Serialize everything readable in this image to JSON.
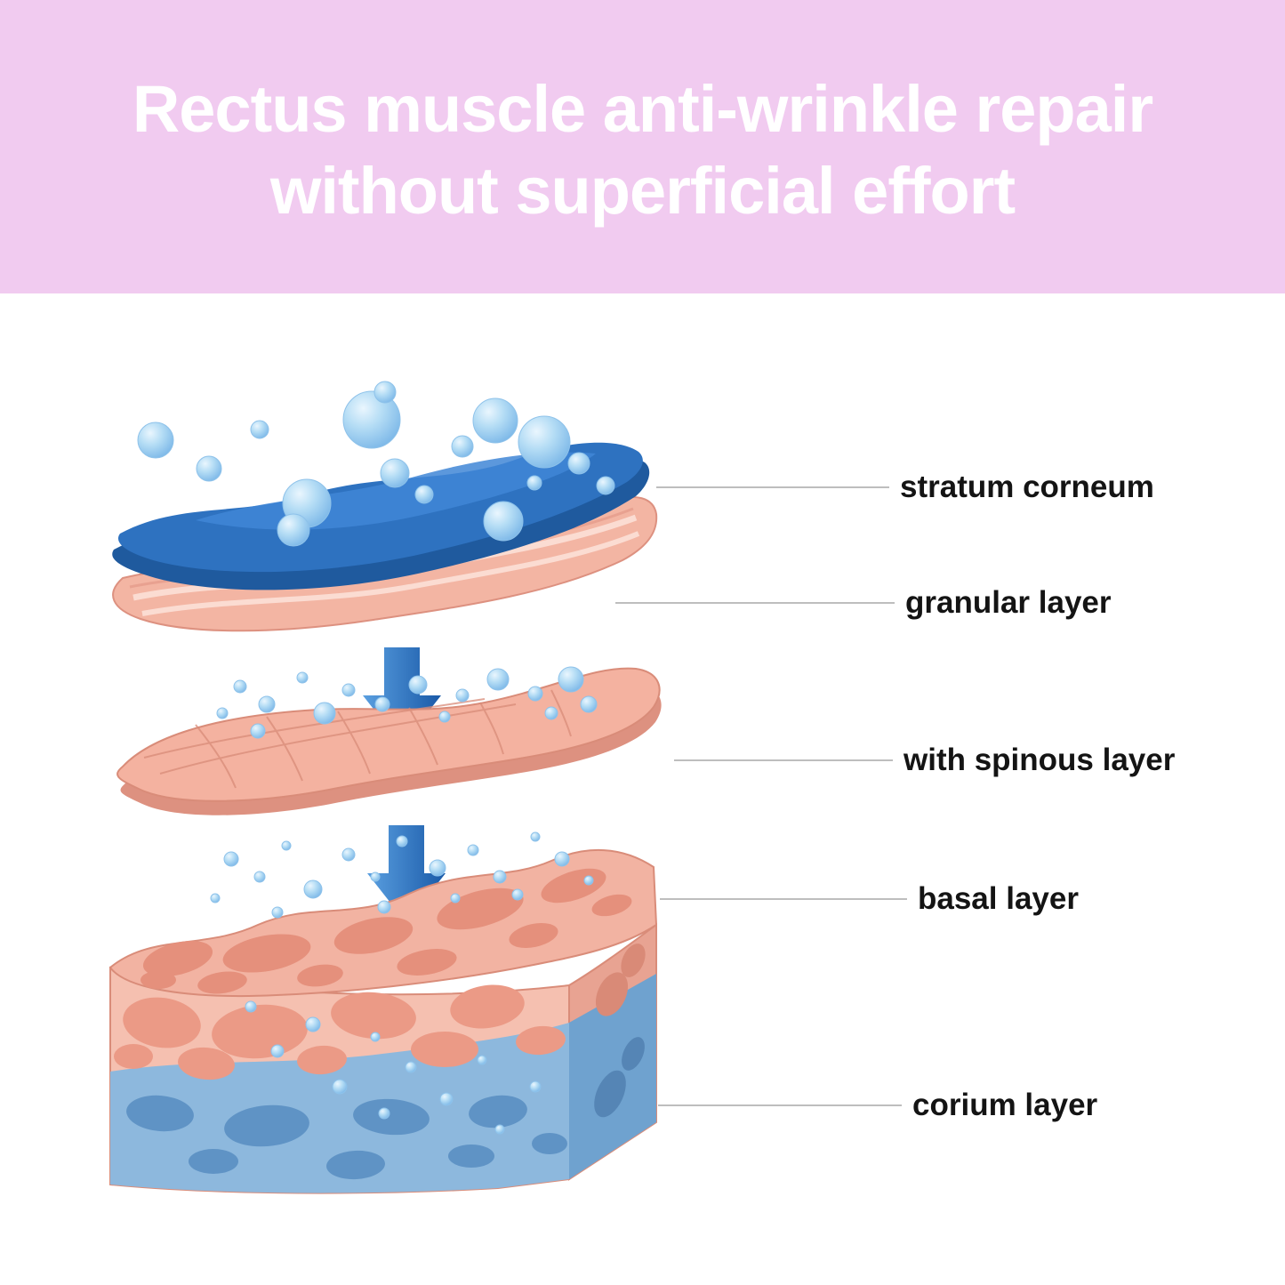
{
  "banner": {
    "title_line1": "Rectus muscle anti-wrinkle repair",
    "title_line2": "without superficial effort"
  },
  "diagram": {
    "labels": [
      {
        "id": "stratum-corneum",
        "text": "stratum corneum"
      },
      {
        "id": "granular-layer",
        "text": "granular layer"
      },
      {
        "id": "spinous-layer",
        "text": "with spinous layer"
      },
      {
        "id": "basal-layer",
        "text": "basal layer"
      },
      {
        "id": "corium-layer",
        "text": "corium layer"
      }
    ]
  },
  "colors": {
    "banner_bg": "#f1cbf0",
    "title_text": "#ffffff",
    "label_text": "#141414",
    "leader_line": "#a8a8a8",
    "stratum_blue": "#2e72c0",
    "bubble_blue": "#b5ddf5",
    "skin_pink": "#f3b5a3",
    "skin_blob": "#e5907c",
    "corium_blue": "#8db8dd",
    "arrow_blue": "#1a5aa8"
  }
}
